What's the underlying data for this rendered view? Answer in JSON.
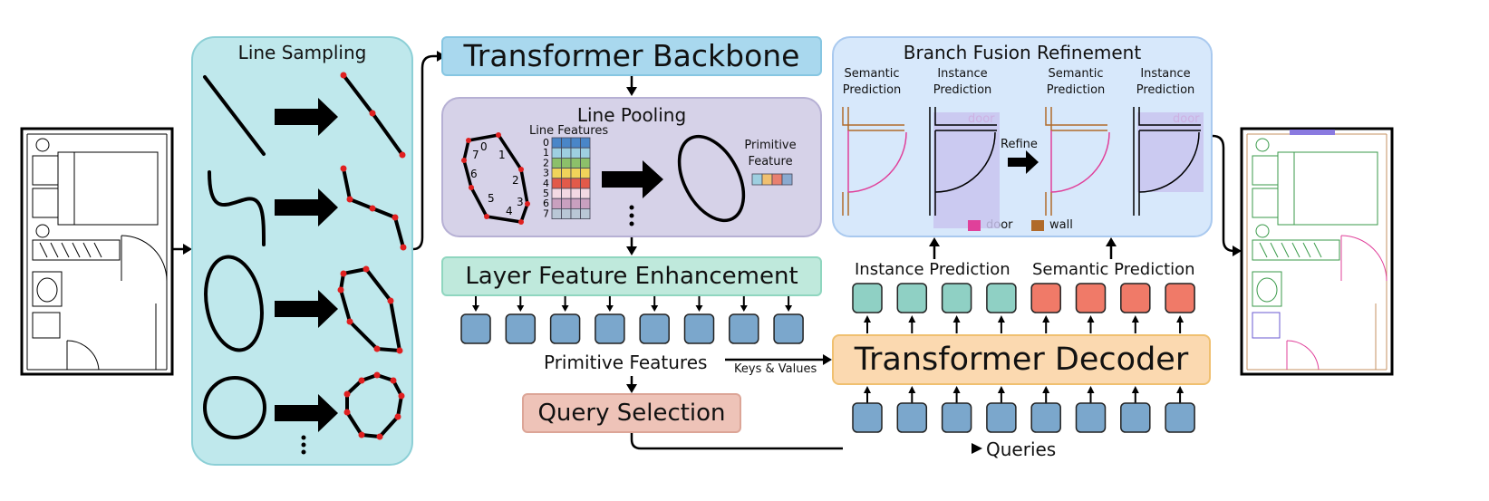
{
  "line_sampling": {
    "title": "Line Sampling"
  },
  "backbone": {
    "title": "Transformer Backbone"
  },
  "line_pooling": {
    "title": "Line Pooling",
    "line_features_label": "Line Features",
    "primitive_feature_label_1": "Primitive",
    "primitive_feature_label_2": "Feature",
    "polygon_indices": [
      "0",
      "1",
      "2",
      "3",
      "4",
      "5",
      "6",
      "7"
    ],
    "row_indices": [
      "0",
      "1",
      "2",
      "3",
      "4",
      "5",
      "6",
      "7"
    ],
    "row_colors": [
      "#4a86c8",
      "#9ecfe0",
      "#8cc06a",
      "#f0d35a",
      "#e25a4a",
      "#f3d9e3",
      "#c9a0bf",
      "#b9c7d6"
    ],
    "primitive_colors": [
      "#9ecfe0",
      "#f0c070",
      "#e88070",
      "#8aaad0"
    ]
  },
  "layer_enhancement": {
    "title": "Layer Feature Enhancement"
  },
  "primitive_features": {
    "label": "Primitive Features"
  },
  "keys_values": {
    "label": "Keys & Values"
  },
  "query_selection": {
    "title": "Query Selection"
  },
  "queries": {
    "label": "Queries"
  },
  "decoder": {
    "title": "Transformer Decoder"
  },
  "predictions": {
    "instance_label": "Instance Prediction",
    "semantic_label": "Semantic Prediction"
  },
  "branch_fusion": {
    "title": "Branch Fusion Refinement",
    "columns": [
      {
        "l1": "Semantic",
        "l2": "Prediction"
      },
      {
        "l1": "Instance",
        "l2": "Prediction"
      },
      {
        "l1": "Semantic",
        "l2": "Prediction"
      },
      {
        "l1": "Instance",
        "l2": "Prediction"
      }
    ],
    "door_tag": "door",
    "refine_label": "Refine",
    "legend": [
      {
        "label": "door",
        "color": "#e0409a"
      },
      {
        "label": "wall",
        "color": "#b06a2a"
      }
    ]
  },
  "colors": {
    "sampling_bg": "#bfe8ec",
    "backbone_bg": "#a9d8ee",
    "pooling_bg": "#d6d2e8",
    "enhance_bg": "#bfe9dc",
    "query_bg": "#eec3b8",
    "decoder_bg": "#fbd9b0",
    "fusion_bg": "#d7e8fb",
    "feature_square": "#7ba7cc",
    "instance_square": "#8fd0c4",
    "semantic_square": "#f07a68",
    "sample_point": "#e02020"
  }
}
